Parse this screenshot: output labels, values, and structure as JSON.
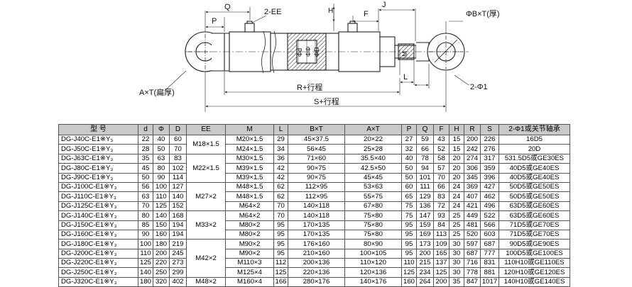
{
  "drawing": {
    "labels": {
      "q": "Q",
      "ee": "2-EE",
      "p": "P",
      "h": "H",
      "f": "F",
      "j": "J",
      "bxt": "ΦB×T(厚)",
      "phi_d_small": "Φd",
      "phi_phi": "ΦΦ",
      "phi_d_big": "ΦD",
      "m": "M",
      "l": "L",
      "axt": "A×T(扁厚)",
      "r_stroke": "R+行程",
      "s_stroke": "S+行程",
      "two_phi1": "2-Φ1"
    }
  },
  "table": {
    "headers": [
      "型 号",
      "d",
      "Φ",
      "D",
      "EE",
      "M",
      "L",
      "B×T",
      "A×T",
      "P",
      "Q",
      "F",
      "H",
      "R",
      "S",
      "2-Φ1或关节轴承"
    ],
    "rows": [
      [
        "DG-J40C-E1※Y₃",
        "22",
        "40",
        "60",
        "M20×1.5",
        "29",
        "45×37.5",
        "20×22",
        "27",
        "59",
        "43",
        "15",
        "200",
        "226",
        "16D5"
      ],
      [
        "DG-J50C-E1※Y₃",
        "28",
        "50",
        "70",
        "M24×1.5",
        "34",
        "56×45",
        "25×28",
        "32",
        "66",
        "52",
        "15",
        "242",
        "276",
        "20D"
      ],
      [
        "DG-J63C-E1※Y₃",
        "35",
        "63",
        "83",
        "M30×1.5",
        "36",
        "71×60",
        "35.5×40",
        "40",
        "78",
        "58",
        "20",
        "274",
        "317",
        "531.5D5或GE30ES"
      ],
      [
        "DG-J80C-E1※Y₃",
        "45",
        "80",
        "102",
        "M39×1.5",
        "42",
        "90×75",
        "42.5×50",
        "50",
        "94",
        "57",
        "20",
        "306",
        "359",
        "40D5或GE40ES"
      ],
      [
        "DG-J90C-E1※Y₃",
        "50",
        "90",
        "114",
        "M39×1.5",
        "42",
        "90×75",
        "45×45",
        "50",
        "101",
        "70",
        "20",
        "345",
        "396",
        "40D5或GE40ES"
      ],
      [
        "DG-J100C-E1※Y₃",
        "56",
        "100",
        "127",
        "M48×1.5",
        "62",
        "112×95",
        "53×63",
        "60",
        "111",
        "66",
        "24",
        "369",
        "427",
        "50D5或GE50ES"
      ],
      [
        "DG-J110C-E1※Y₃",
        "63",
        "110",
        "140",
        "M48×1.5",
        "62",
        "112×95",
        "55×75",
        "65",
        "129",
        "83",
        "24",
        "407",
        "462",
        "50D5或GE50ES"
      ],
      [
        "DG-J125C-E1※Y₃",
        "70",
        "125",
        "152",
        "M64×2",
        "70",
        "140×118",
        "67×80",
        "75",
        "136",
        "72",
        "24",
        "421",
        "496",
        "63D5或GE60ES"
      ],
      [
        "DG-J140C-E1※Y₃",
        "80",
        "140",
        "168",
        "M64×2",
        "70",
        "140×118",
        "75×80",
        "75",
        "147",
        "93",
        "25",
        "449",
        "522",
        "63D5或GE60ES"
      ],
      [
        "DG-J150C-E1※Y₃",
        "85",
        "150",
        "194",
        "M80×2",
        "95",
        "170×135",
        "75×80",
        "95",
        "159",
        "84",
        "25",
        "481",
        "566",
        "71D5或GE70ES"
      ],
      [
        "DG-J160C-E1※Y₃",
        "90",
        "160",
        "194",
        "M80×2",
        "95",
        "170×135",
        "75×80",
        "95",
        "169",
        "113",
        "25",
        "520",
        "603",
        "71D5或GE70ES"
      ],
      [
        "DG-J180C-E1※Y₃",
        "100",
        "180",
        "219",
        "M90×2",
        "95",
        "176×160",
        "80×90",
        "95",
        "173",
        "109",
        "30",
        "597",
        "687",
        "90D5或GE90ES"
      ],
      [
        "DG-J200C-E1※Y₃",
        "110",
        "200",
        "245",
        "M90×2",
        "95",
        "210×160",
        "100×105",
        "95",
        "200",
        "165",
        "30",
        "687",
        "777",
        "100D5或GE100ES"
      ],
      [
        "DG-J220C-E1※Y₃",
        "125",
        "220",
        "273",
        "M110×3",
        "112",
        "200×136",
        "110×120",
        "110",
        "215",
        "137",
        "30",
        "716",
        "831",
        "110H10或GE110ES"
      ],
      [
        "DG-J250C-E1※Y₃",
        "140",
        "250",
        "299",
        "M125×4",
        "125",
        "220×136",
        "120×136",
        "125",
        "234",
        "125",
        "30",
        "778",
        "881",
        "120H10或GE120ES"
      ],
      [
        "DG-J320C-E1※Y₃",
        "180",
        "320",
        "402",
        "M160×4",
        "166",
        "280×176",
        "140×176",
        "160",
        "264",
        "200",
        "35",
        "847",
        "1017",
        "140H10或GE140ES"
      ]
    ],
    "ee_groups": [
      {
        "label": "M18×1.5",
        "start": 0,
        "span": 2
      },
      {
        "label": "M22×1.5",
        "start": 2,
        "span": 3
      },
      {
        "label": "M27×2",
        "start": 5,
        "span": 3
      },
      {
        "label": "M33×2",
        "start": 8,
        "span": 3
      },
      {
        "label": "M42×2",
        "start": 11,
        "span": 4
      },
      {
        "label": "M48×2",
        "start": 15,
        "span": 1
      }
    ]
  }
}
